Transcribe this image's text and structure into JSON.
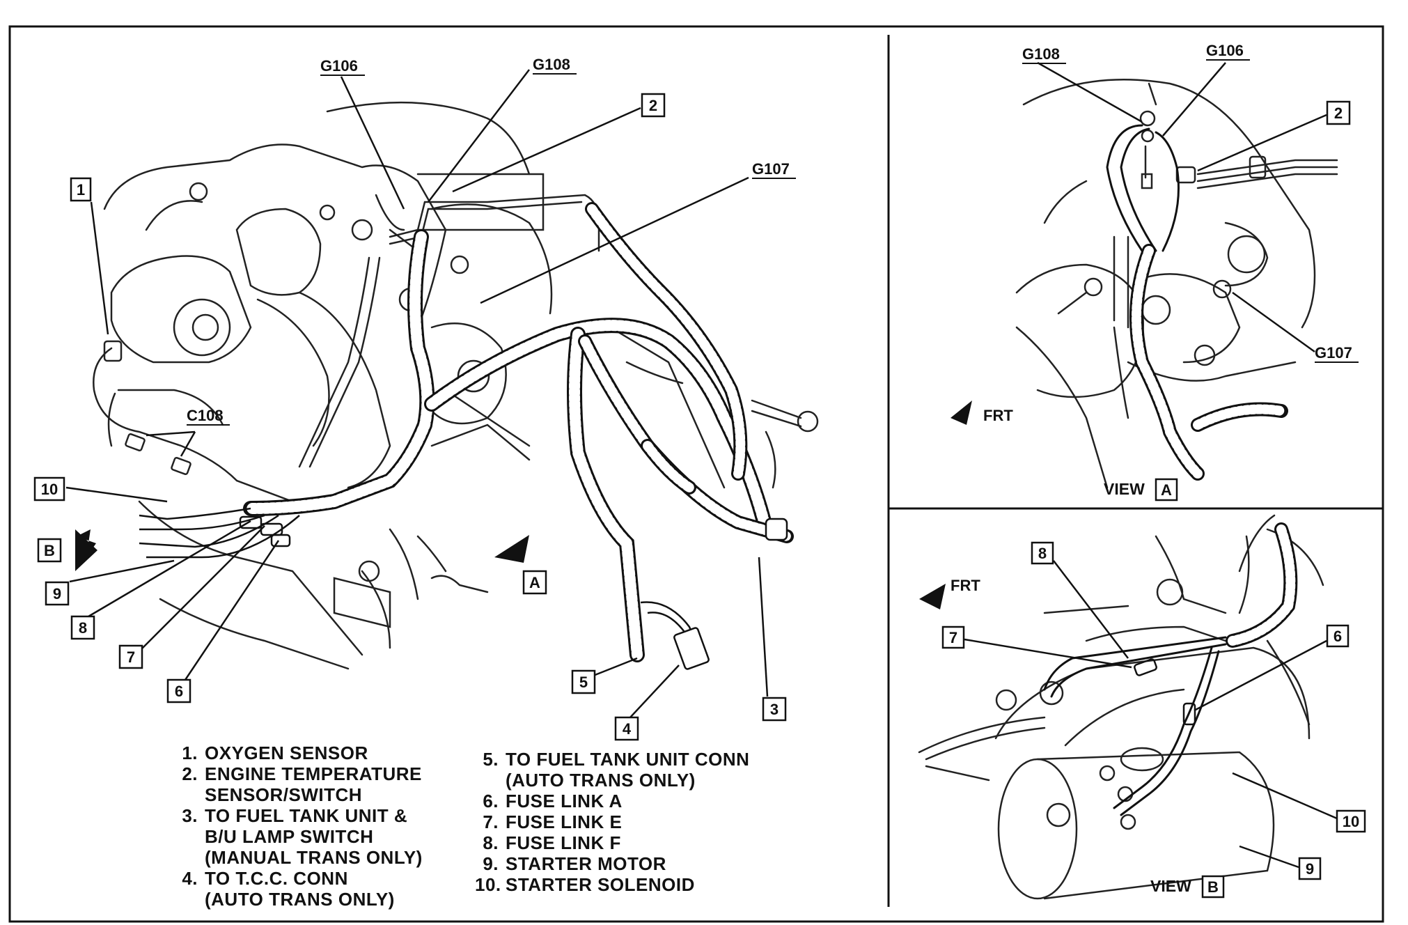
{
  "main_view": {
    "ground_labels": [
      "G106",
      "G108",
      "G107"
    ],
    "connector_label": "C108",
    "callouts": [
      "1",
      "2",
      "3",
      "4",
      "5",
      "6",
      "7",
      "8",
      "9",
      "10"
    ],
    "view_markers": [
      "A",
      "B"
    ]
  },
  "view_a": {
    "title_prefix": "VIEW",
    "title_letter": "A",
    "ground_labels": [
      "G108",
      "G106",
      "G107"
    ],
    "callouts": [
      "2"
    ],
    "direction": "FRT"
  },
  "view_b": {
    "title_prefix": "VIEW",
    "title_letter": "B",
    "callouts": [
      "8",
      "7",
      "6",
      "10",
      "9"
    ],
    "direction": "FRT"
  },
  "legend_left": [
    {
      "num": "1.",
      "text": "OXYGEN SENSOR"
    },
    {
      "num": "2.",
      "text": "ENGINE TEMPERATURE\nSENSOR/SWITCH"
    },
    {
      "num": "3.",
      "text": "TO FUEL TANK UNIT &\nB/U LAMP SWITCH\n(MANUAL TRANS ONLY)"
    },
    {
      "num": "4.",
      "text": "TO T.C.C. CONN\n(AUTO TRANS ONLY)"
    }
  ],
  "legend_right": [
    {
      "num": "5.",
      "text": "TO FUEL TANK UNIT CONN\n(AUTO TRANS ONLY)"
    },
    {
      "num": "6.",
      "text": "FUSE LINK A"
    },
    {
      "num": "7.",
      "text": "FUSE LINK E"
    },
    {
      "num": "8.",
      "text": "FUSE LINK F"
    },
    {
      "num": "9.",
      "text": "STARTER MOTOR"
    },
    {
      "num": "10.",
      "text": "STARTER SOLENOID"
    }
  ]
}
